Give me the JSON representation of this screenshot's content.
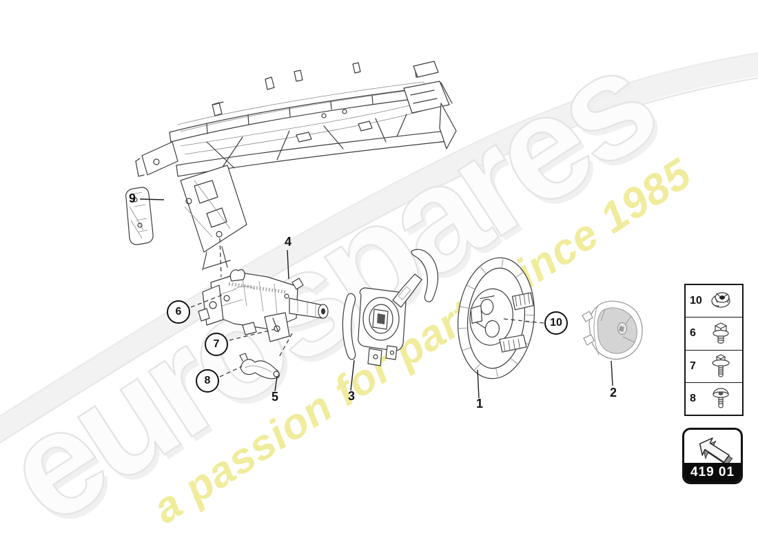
{
  "watermark": {
    "brand": "eurospares",
    "tagline": "a passion for parts since 1985"
  },
  "callouts": [
    {
      "id": "9",
      "label": "9",
      "shape": "plain"
    },
    {
      "id": "4",
      "label": "4",
      "shape": "plain"
    },
    {
      "id": "6",
      "label": "6",
      "shape": "circled"
    },
    {
      "id": "7",
      "label": "7",
      "shape": "circled"
    },
    {
      "id": "8",
      "label": "8",
      "shape": "circled"
    },
    {
      "id": "5",
      "label": "5",
      "shape": "plain"
    },
    {
      "id": "3",
      "label": "3",
      "shape": "plain"
    },
    {
      "id": "1",
      "label": "1",
      "shape": "plain"
    },
    {
      "id": "10",
      "label": "10",
      "shape": "circled"
    },
    {
      "id": "2",
      "label": "2",
      "shape": "plain"
    }
  ],
  "legend": {
    "items": [
      {
        "num": "10",
        "icon": "flanged-nut-icon"
      },
      {
        "num": "6",
        "icon": "hex-flange-bolt-icon"
      },
      {
        "num": "7",
        "icon": "bolt-with-washer-icon"
      },
      {
        "num": "8",
        "icon": "round-head-screw-icon"
      }
    ]
  },
  "part_box": {
    "code": "419 01",
    "icon": "direction-arrow-icon"
  },
  "colors": {
    "tagline-yellow": "#f0ec9c",
    "watermark-gray": "#e5e5e5",
    "watermark-fill": "#fcfcfc",
    "line-dark": "#3a3a3a",
    "label-dark": "#111111",
    "ghost-gray": "#9a9a9a",
    "code-bg": "#0b0b0b"
  }
}
